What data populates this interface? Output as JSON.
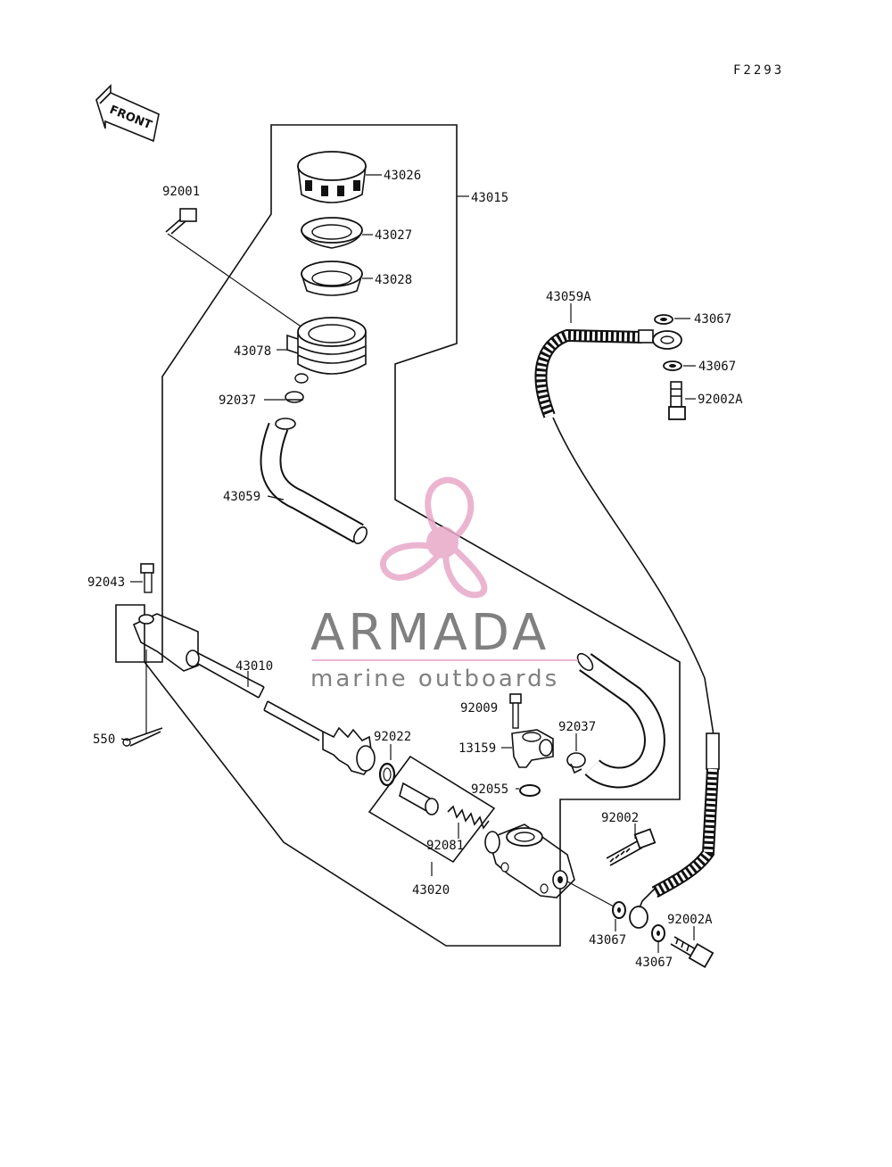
{
  "figure_code": "F2293",
  "front_indicator": "FRONT",
  "part_labels": {
    "p43026": "43026",
    "p43027": "43027",
    "p43028": "43028",
    "p43015": "43015",
    "p92001": "92001",
    "p43078": "43078",
    "p92037_top": "92037",
    "p43059": "43059",
    "p43059A": "43059A",
    "p43067_a": "43067",
    "p43067_b": "43067",
    "p92002A_top": "92002A",
    "p92043": "92043",
    "p43010": "43010",
    "p550": "550",
    "p92022": "92022",
    "p92009": "92009",
    "p13159": "13159",
    "p92037_mid": "92037",
    "p92055": "92055",
    "p92081": "92081",
    "p43020": "43020",
    "p92002": "92002",
    "p43067_c": "43067",
    "p92002A_bottom": "92002A",
    "p43067_d": "43067"
  },
  "watermark": {
    "brand": "ARMADA",
    "tagline": "marine outboards",
    "accent_color": "#e8a9c8",
    "text_color": "#6b6b6b"
  }
}
